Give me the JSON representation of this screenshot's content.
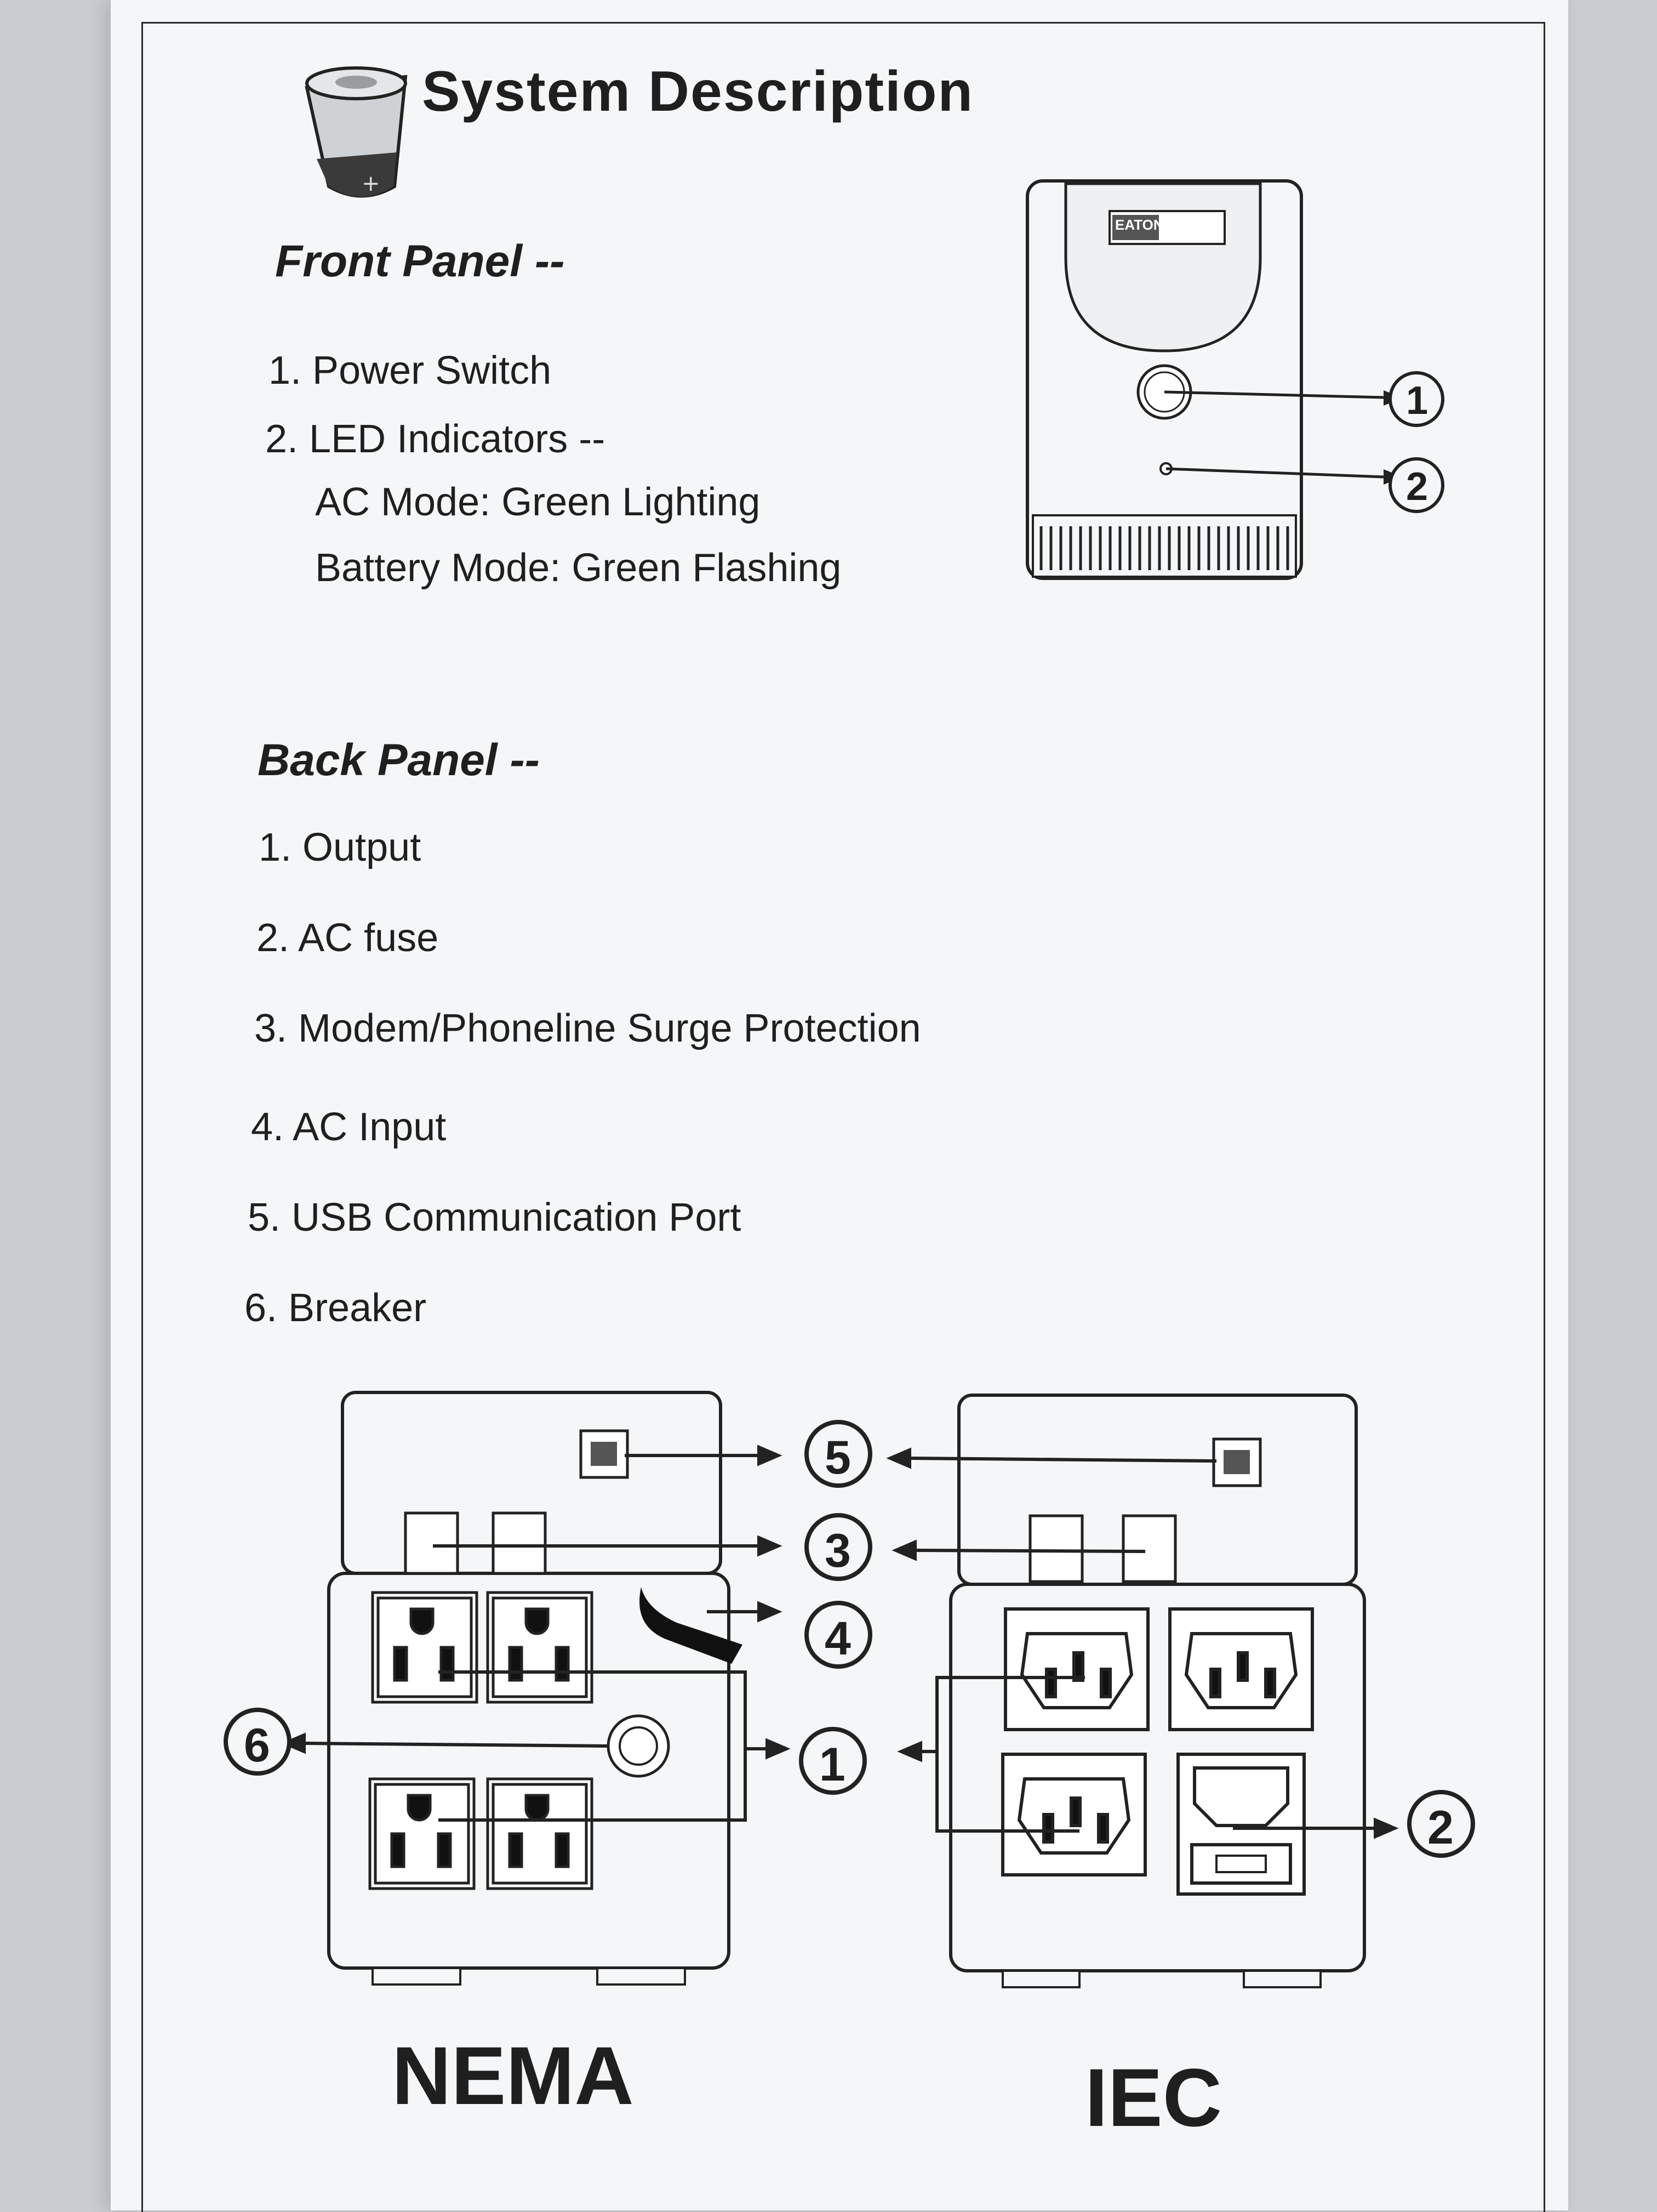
{
  "title": "System Description",
  "front_panel": {
    "heading": "Front Panel --",
    "items": [
      "1. Power Switch",
      "2. LED Indicators --",
      "AC Mode: Green Lighting",
      "Battery Mode: Green Flashing"
    ],
    "diagram_logo": "EATON"
  },
  "back_panel": {
    "heading": "Back Panel --",
    "items": [
      "1. Output",
      "2. AC fuse",
      "3. Modem/Phoneline Surge Protection",
      "4. AC Input",
      "5. USB Communication Port",
      "6. Breaker"
    ]
  },
  "callouts": [
    "1",
    "2",
    "3",
    "4",
    "5",
    "6"
  ],
  "variants": [
    "NEMA",
    "IEC"
  ]
}
